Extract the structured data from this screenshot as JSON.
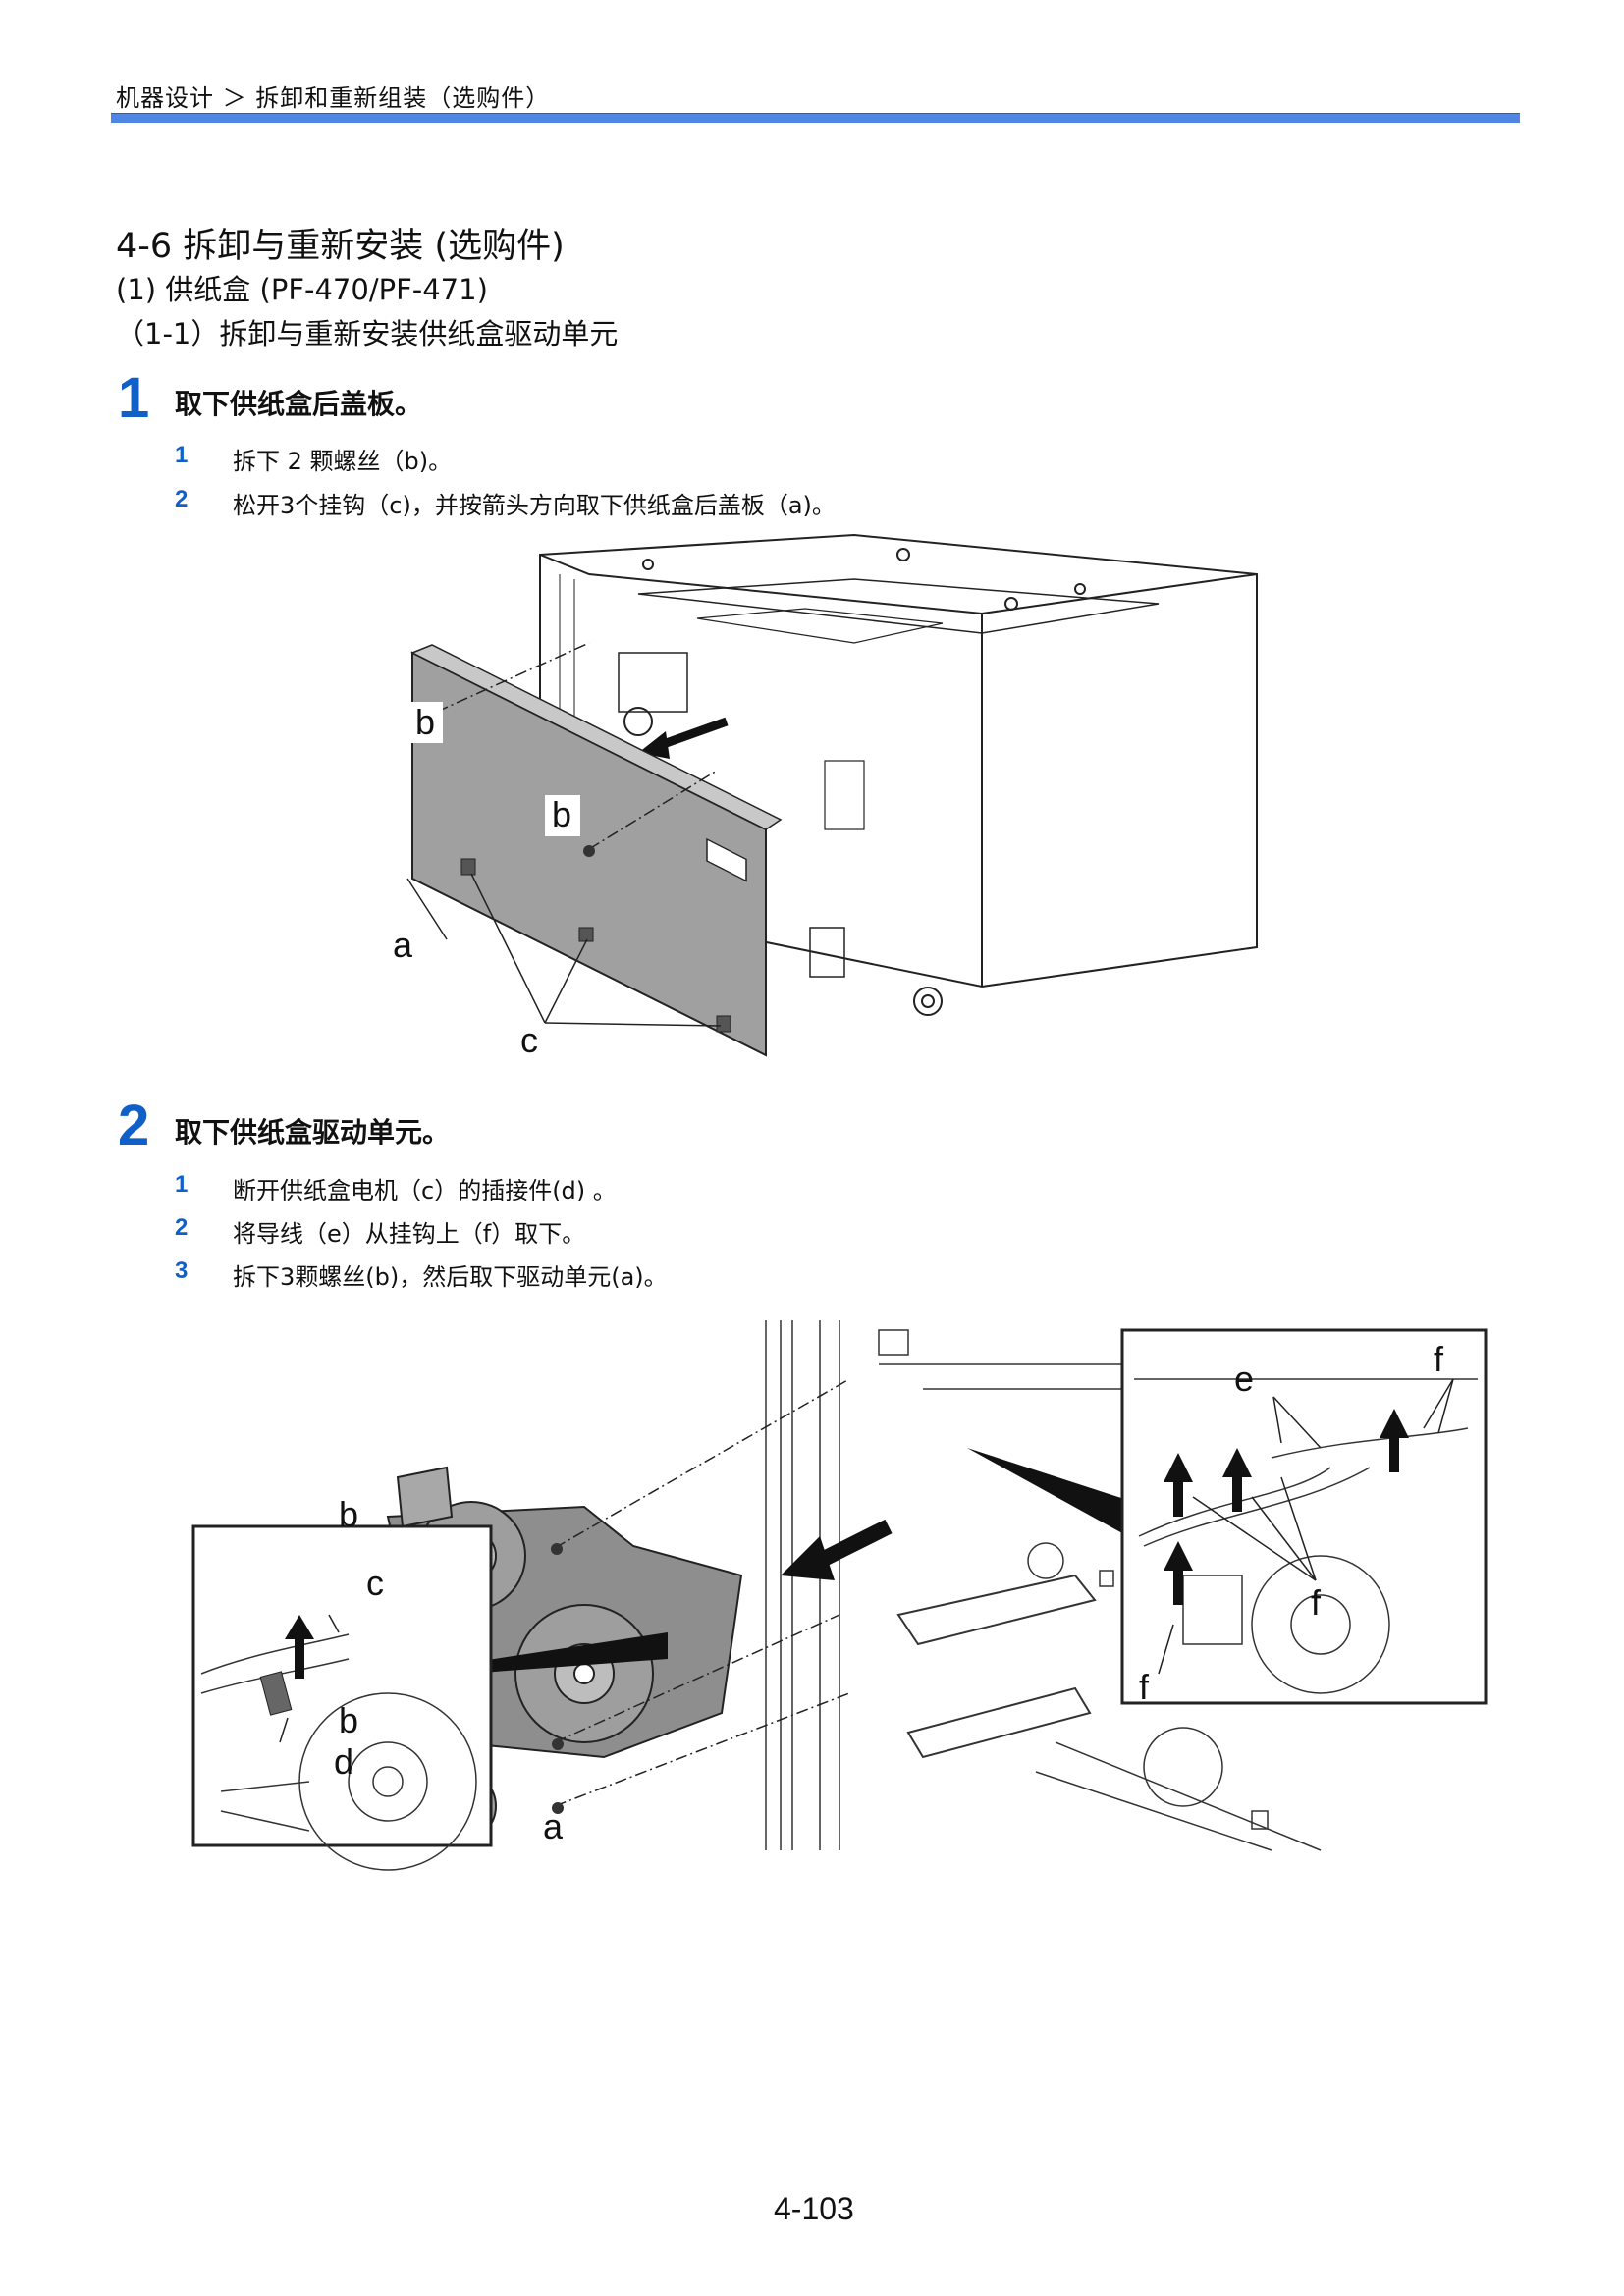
{
  "header": {
    "breadcrumb": "机器设计 ＞ 拆卸和重新组装（选购件）"
  },
  "section": {
    "title": "4-6  拆卸与重新安装 (选购件)",
    "subtitle": "(1)  供纸盒  (PF-470/PF-471)",
    "subsubtitle": "（1-1）拆卸与重新安装供纸盒驱动单元"
  },
  "steps": [
    {
      "number": "1",
      "title": "取下供纸盒后盖板。",
      "items": [
        {
          "number": "1",
          "text": "拆下  2  颗螺丝（b)。"
        },
        {
          "number": "2",
          "text": "松开3个挂钩（c)，并按箭头方向取下供纸盒后盖板（a)。"
        }
      ],
      "figure_labels": {
        "b1": "b",
        "b2": "b",
        "a": "a",
        "c": "c"
      }
    },
    {
      "number": "2",
      "title": "取下供纸盒驱动单元。",
      "items": [
        {
          "number": "1",
          "text": "断开供纸盒电机（c）的插接件(d)  。"
        },
        {
          "number": "2",
          "text": "将导线（e）从挂钩上（f）取下。"
        },
        {
          "number": "3",
          "text": "拆下3颗螺丝(b)，然后取下驱动单元(a)。"
        }
      ],
      "figure_labels": {
        "b1": "b",
        "b2": "b",
        "a": "a",
        "c": "c",
        "d": "d",
        "e": "e",
        "f1": "f",
        "f2": "f",
        "f3": "f"
      }
    }
  ],
  "footer": {
    "page_number": "4-103"
  },
  "colors": {
    "accent_blue": "#1060c8",
    "rule_blue": "#4f86e4",
    "part_gray": "#9a9a9a"
  }
}
